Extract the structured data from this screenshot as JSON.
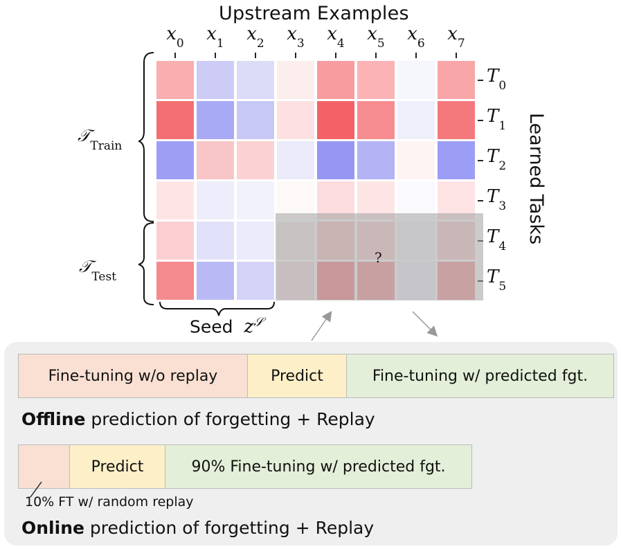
{
  "title": "Upstream Examples",
  "columns": [
    "x",
    "x",
    "x",
    "x",
    "x",
    "x",
    "x",
    "x"
  ],
  "column_subscripts": [
    "0",
    "1",
    "2",
    "3",
    "4",
    "5",
    "6",
    "7"
  ],
  "rows": [
    "T",
    "T",
    "T",
    "T",
    "T",
    "T"
  ],
  "row_subscripts": [
    "0",
    "1",
    "2",
    "3",
    "4",
    "5"
  ],
  "right_axis_label": "Learned Tasks",
  "train_label": {
    "main": "𝒯",
    "sub": "Train"
  },
  "test_label": {
    "main": "𝒯",
    "sub": "Test"
  },
  "seed_label": {
    "text": "Seed",
    "symbol": "z",
    "sup": "𝒮"
  },
  "unknown_mark": "?",
  "matrix_colors": [
    [
      "#f9aeb0",
      "#ccccf6",
      "#dcdcf8",
      "#fdeeee",
      "#f89c9f",
      "#fbb3b6",
      "#f6f6fd",
      "#f9a6a9"
    ],
    [
      "#f36f73",
      "#a9aaf5",
      "#c8c8f5",
      "#fde0e2",
      "#f46267",
      "#f78d91",
      "#efeffc",
      "#f4797d"
    ],
    [
      "#9e9ff4",
      "#f9c6c8",
      "#fcd1d3",
      "#ebebfb",
      "#9797f3",
      "#b3b3f6",
      "#fdf4f3",
      "#9c9df4"
    ],
    [
      "#fde5e6",
      "#ededfb",
      "#f2f2fc",
      "#fdf9f9",
      "#fcdcdf",
      "#fde5e6",
      "#fafafe",
      "#fde3e4"
    ],
    [
      "#fbcfd1",
      "#e1e1f9",
      "#ebebfb",
      "#fbeaea",
      "#fbc9cb",
      "#fcd6d8",
      "#f7f7fd",
      "#fbd1d3"
    ],
    [
      "#f58a8e",
      "#b9b9f5",
      "#d3d3f7",
      "#fbe3e4",
      "#f88e92",
      "#f9a1a4",
      "#f1f1fd",
      "#f9a3a6"
    ]
  ],
  "offline": {
    "steps": [
      "Fine-tuning w/o replay",
      "Predict",
      "Fine-tuning w/ predicted fgt."
    ],
    "caption_bold": "Offline",
    "caption_rest": " prediction of forgetting + Replay"
  },
  "online": {
    "steps": [
      "",
      "Predict",
      "90% Fine-tuning w/ predicted fgt."
    ],
    "note": "10% FT w/ random replay",
    "caption_bold": "Online",
    "caption_rest": " prediction of forgetting + Replay"
  }
}
